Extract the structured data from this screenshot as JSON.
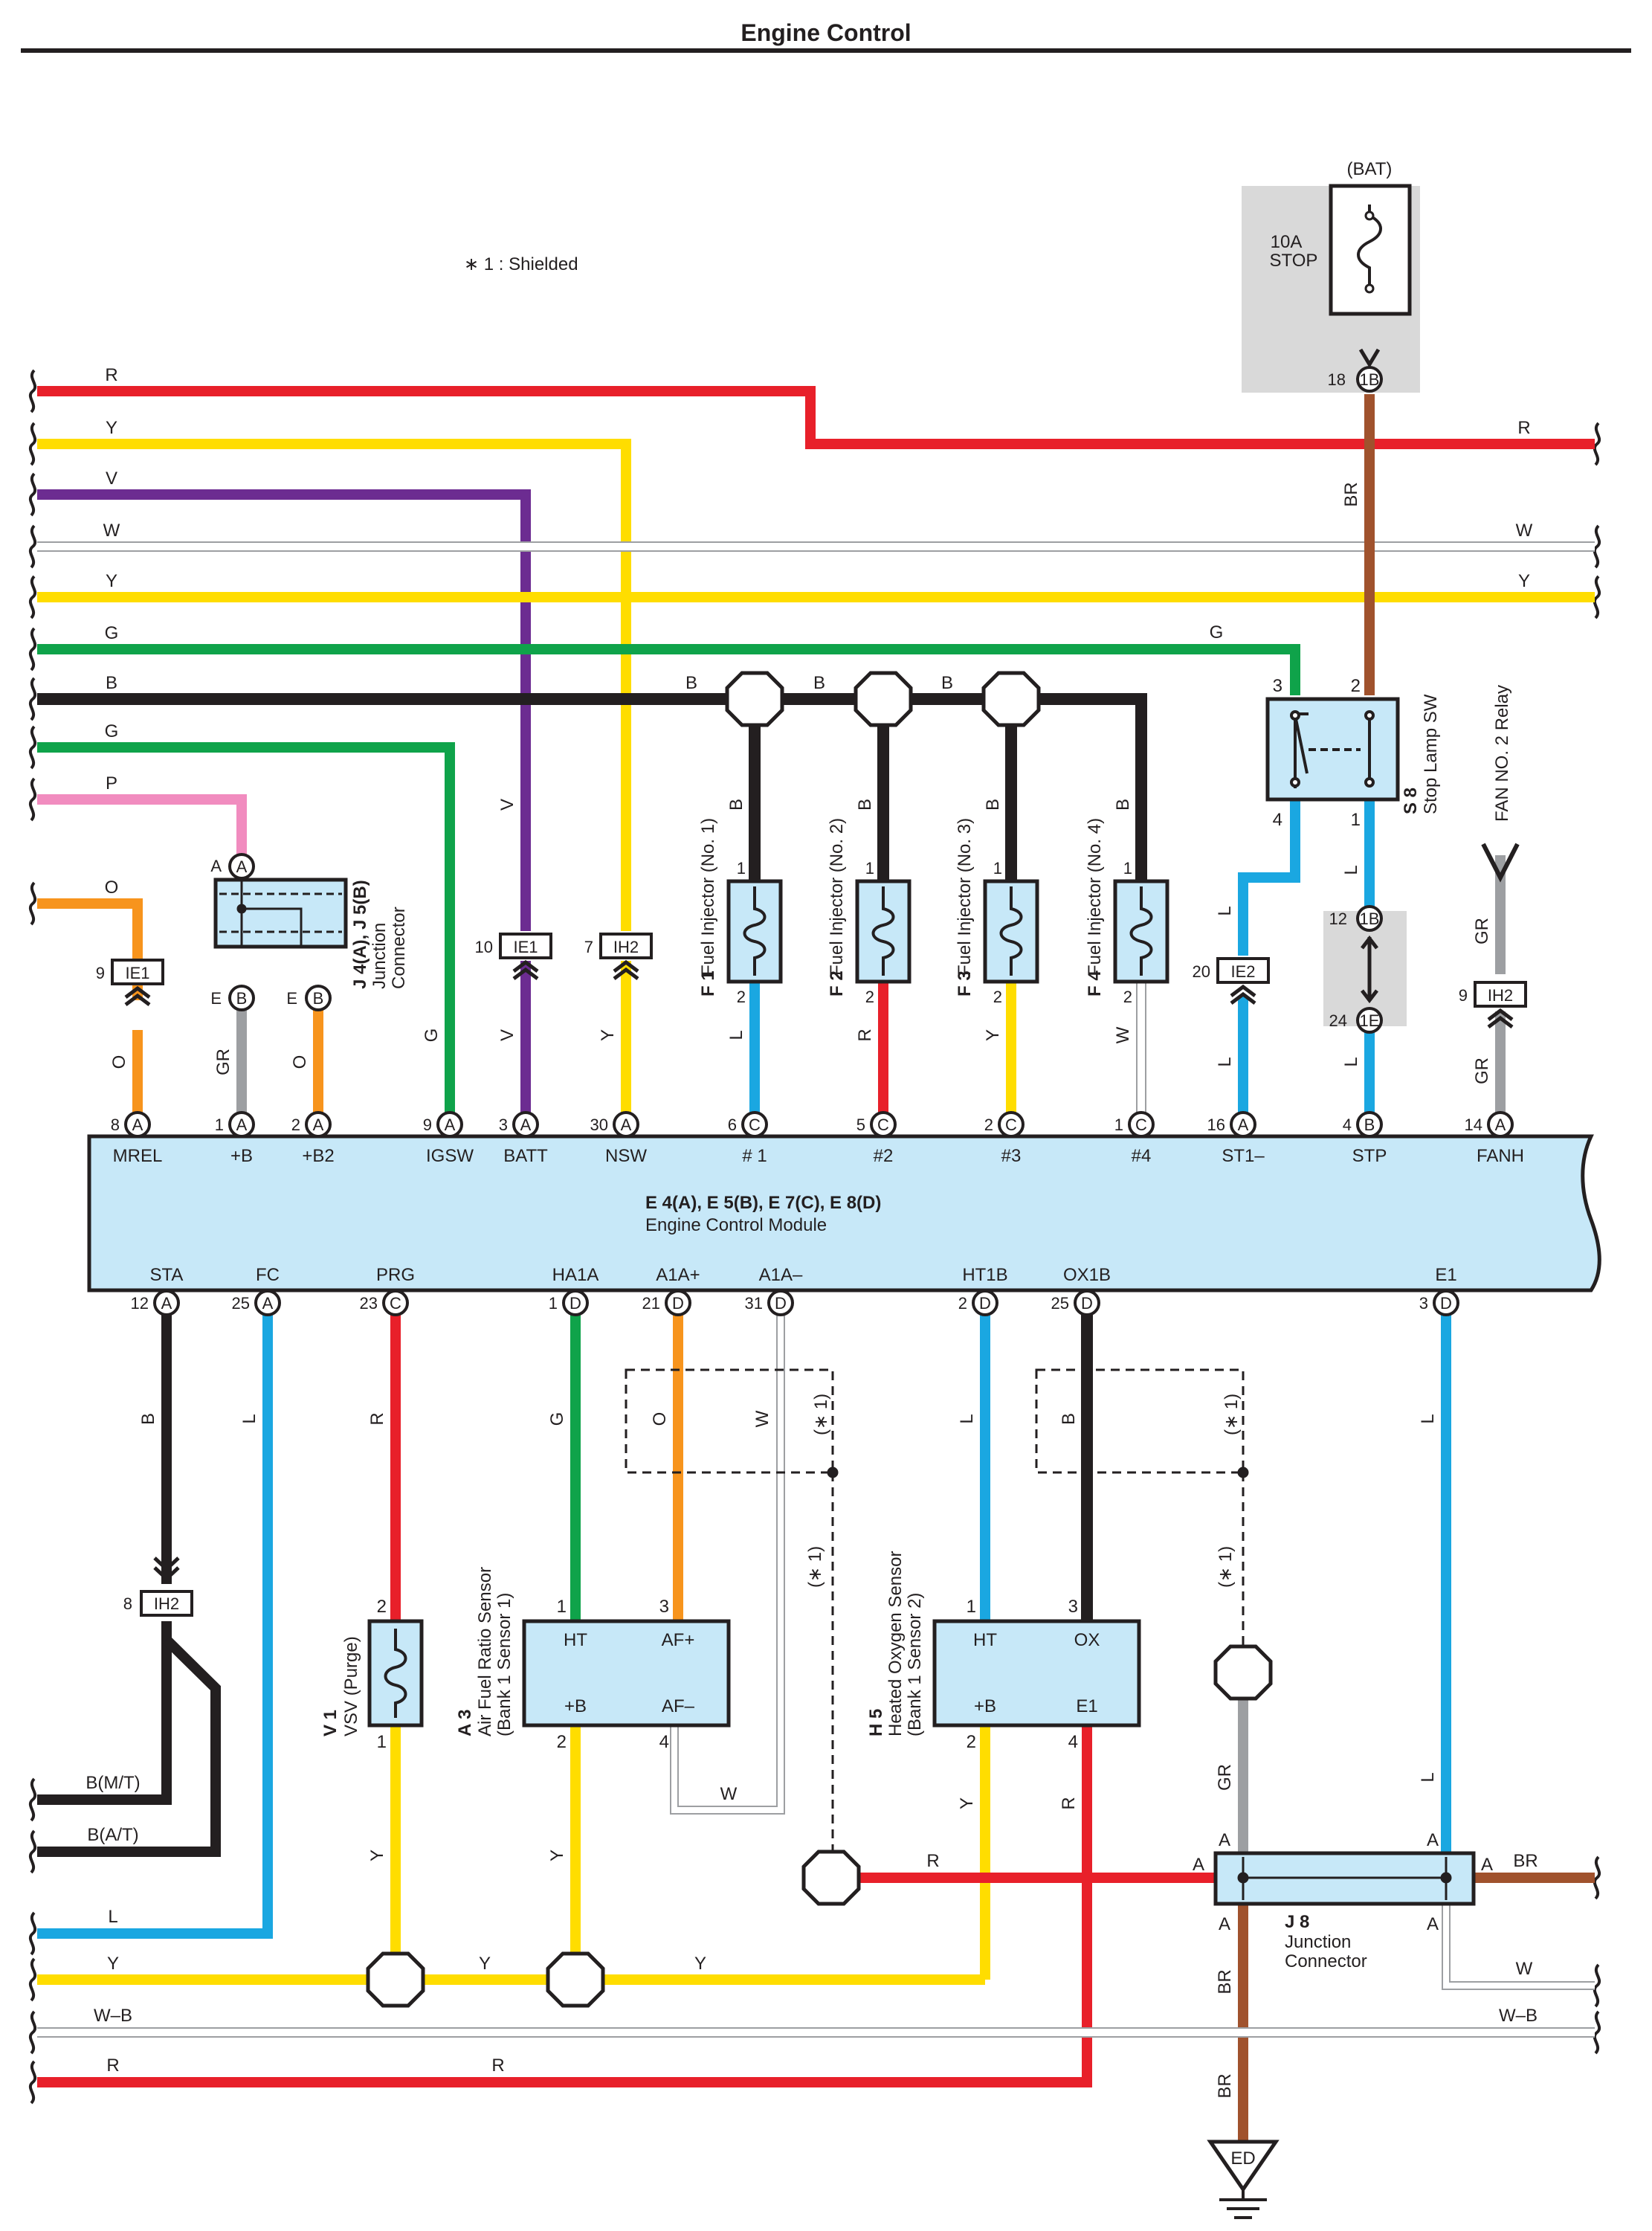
{
  "title": "Engine Control",
  "note": "∗ 1 : Shielded",
  "colors": {
    "R": "#e8202a",
    "Y": "#ffdd00",
    "V": "#6c2c91",
    "W": "#ffffff",
    "G": "#0fa34a",
    "B": "#231f20",
    "P": "#f18cbf",
    "O": "#f7941d",
    "L": "#1aa7e1",
    "GR": "#9d9fa2",
    "BR": "#a0522d",
    "module": "#c7e8f8",
    "shade": "#d9d9d9"
  },
  "fuse": {
    "source": "(BAT)",
    "rating": "10A",
    "name": "STOP",
    "pin": "18",
    "connector": "1B"
  },
  "left_wires": [
    "R",
    "Y",
    "V",
    "W",
    "Y",
    "G",
    "B",
    "G",
    "P",
    "O"
  ],
  "right_wires": [
    "R",
    "W",
    "Y"
  ],
  "wire_labels": {
    "B": "B",
    "G": "G",
    "BR": "BR",
    "R": "R",
    "Y": "Y",
    "W": "W",
    "WB": "W–B",
    "L": "L",
    "GR": "GR",
    "O": "O",
    "V": "V",
    "BMT": "B(M/T)",
    "BAT": "B(A/T)"
  },
  "junction_j4": {
    "id": "J 4(A), J 5(B)",
    "line1": "Junction",
    "line2": "Connector",
    "pin_a": "A",
    "pin_b1": "B",
    "pin_b2": "B",
    "e1": "E",
    "e2": "E"
  },
  "inline_connectors": {
    "ie1": "IE1",
    "ih2": "IH2",
    "ie2": "IE2",
    "c1b": "1B",
    "c1e": "1E"
  },
  "inline_pins": {
    "ie1_mrel": "9",
    "ie1_batt": "10",
    "ih2_nsw": "7",
    "ie2_st1": "20",
    "c1b_stp": "12",
    "c1e_stp": "24",
    "ih2_fan": "9",
    "ih2_sta": "8"
  },
  "injectors": [
    {
      "id": "F 1",
      "name": "Fuel Injector (No. 1)",
      "pin1": "1",
      "pin2": "2",
      "wire": "L"
    },
    {
      "id": "F 2",
      "name": "Fuel Injector (No. 2)",
      "pin1": "1",
      "pin2": "2",
      "wire": "R"
    },
    {
      "id": "F 3",
      "name": "Fuel Injector (No. 3)",
      "pin1": "1",
      "pin2": "2",
      "wire": "Y"
    },
    {
      "id": "F 4",
      "name": "Fuel Injector (No. 4)",
      "pin1": "1",
      "pin2": "2",
      "wire": "W"
    }
  ],
  "stop_switch": {
    "id": "S 8",
    "name": "Stop Lamp SW",
    "p3": "3",
    "p2": "2",
    "p4": "4",
    "p1": "1"
  },
  "fan_relay": "FAN NO. 2 Relay",
  "ecm": {
    "ids": "E 4(A), E 5(B), E 7(C), E 8(D)",
    "name": "Engine Control Module",
    "top_pins": [
      {
        "num": "8",
        "conn": "A",
        "name": "MREL"
      },
      {
        "num": "1",
        "conn": "A",
        "name": "+B"
      },
      {
        "num": "2",
        "conn": "A",
        "name": "+B2"
      },
      {
        "num": "9",
        "conn": "A",
        "name": "IGSW"
      },
      {
        "num": "3",
        "conn": "A",
        "name": "BATT"
      },
      {
        "num": "30",
        "conn": "A",
        "name": "NSW"
      },
      {
        "num": "6",
        "conn": "C",
        "name": "# 1"
      },
      {
        "num": "5",
        "conn": "C",
        "name": "#2"
      },
      {
        "num": "2",
        "conn": "C",
        "name": "#3"
      },
      {
        "num": "1",
        "conn": "C",
        "name": "#4"
      },
      {
        "num": "16",
        "conn": "A",
        "name": "ST1–"
      },
      {
        "num": "4",
        "conn": "B",
        "name": "STP"
      },
      {
        "num": "14",
        "conn": "A",
        "name": "FANH"
      }
    ],
    "bottom_pins": [
      {
        "num": "12",
        "conn": "A",
        "name": "STA"
      },
      {
        "num": "25",
        "conn": "A",
        "name": "FC"
      },
      {
        "num": "23",
        "conn": "C",
        "name": "PRG"
      },
      {
        "num": "1",
        "conn": "D",
        "name": "HA1A"
      },
      {
        "num": "21",
        "conn": "D",
        "name": "A1A+"
      },
      {
        "num": "31",
        "conn": "D",
        "name": "A1A–"
      },
      {
        "num": "2",
        "conn": "D",
        "name": "HT1B"
      },
      {
        "num": "25",
        "conn": "D",
        "name": "OX1B"
      },
      {
        "num": "3",
        "conn": "D",
        "name": "E1"
      }
    ]
  },
  "vsv": {
    "id": "V 1",
    "name": "VSV (Purge)",
    "p2": "2",
    "p1": "1"
  },
  "af_sensor": {
    "id": "A 3",
    "name": "Air Fuel Ratio Sensor",
    "sub": "(Bank 1 Sensor 1)",
    "ht": "HT",
    "afp": "AF+",
    "b": "+B",
    "afm": "AF–",
    "p1": "1",
    "p3": "3",
    "p2": "2",
    "p4": "4"
  },
  "o2_sensor": {
    "id": "H 5",
    "name": "Heated Oxygen Sensor",
    "sub": "(Bank 1 Sensor 2)",
    "ht": "HT",
    "ox": "OX",
    "b": "+B",
    "e1": "E1",
    "p1": "1",
    "p3": "3",
    "p2": "2",
    "p4": "4"
  },
  "shield_note": "(∗ 1)",
  "j8": {
    "id": "J 8",
    "line1": "Junction",
    "line2": "Connector",
    "pin": "A"
  },
  "ground": "ED"
}
